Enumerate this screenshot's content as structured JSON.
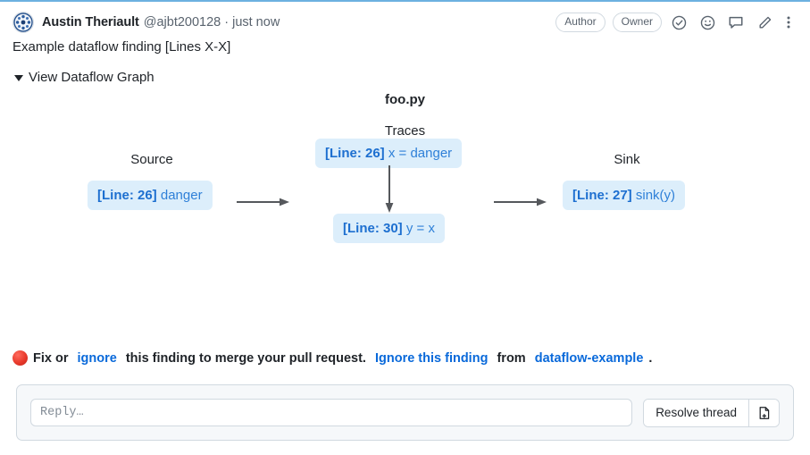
{
  "header": {
    "avatar_name": "user-avatar",
    "author": "Austin Theriault",
    "handle": "@ajbt200128",
    "separator": "·",
    "timestamp": "just now",
    "badges": [
      {
        "name": "author-badge",
        "label": "Author"
      },
      {
        "name": "owner-badge",
        "label": "Owner"
      }
    ],
    "actions": [
      {
        "name": "resolve-check-icon",
        "label": "check-circle-icon"
      },
      {
        "name": "add-reaction-icon",
        "label": "smiley-icon"
      },
      {
        "name": "quote-reply-icon",
        "label": "comment-icon"
      },
      {
        "name": "edit-comment-icon",
        "label": "pencil-icon"
      },
      {
        "name": "more-options-icon",
        "label": "kebab-menu-icon"
      }
    ]
  },
  "comment": {
    "text": "Example dataflow finding [Lines X-X]"
  },
  "disclosure": {
    "label": "View Dataflow Graph",
    "marker": "triangle-down-icon",
    "expanded": true
  },
  "graph": {
    "file_title": "foo.py",
    "traces_label": "Traces",
    "source_label": "Source",
    "sink_label": "Sink",
    "nodes": {
      "source": {
        "line": "[Line: 26]",
        "code": "danger"
      },
      "trace_1": {
        "line": "[Line: 26]",
        "code": "x = danger"
      },
      "trace_2": {
        "line": "[Line: 30]",
        "code": "y = x"
      },
      "sink": {
        "line": "[Line: 27]",
        "code": "sink(y)"
      }
    },
    "arrows": [
      {
        "name": "arrow-source-to-trace",
        "direction": "right"
      },
      {
        "name": "arrow-trace1-to-trace2",
        "direction": "down"
      },
      {
        "name": "arrow-trace-to-sink",
        "direction": "right"
      }
    ],
    "colors": {
      "node_bg": "#dceefb",
      "node_line_text": "#1d6fd0",
      "node_code_text": "#2f80d8",
      "arrow": "#55585c"
    }
  },
  "status": {
    "icon": "red-circle-icon",
    "part_1": "Fix or ",
    "link_ignore": "ignore",
    "part_2": " this finding to merge your pull request. ",
    "link_ignore_finding": "Ignore this finding",
    "part_3": " from ",
    "link_rule": "dataflow-example",
    "part_4": ".",
    "link_color": "#0969da"
  },
  "footer": {
    "reply_placeholder": "Reply…",
    "reply_value": "",
    "resolve_label": "Resolve thread",
    "new_issue_icon": "file-plus-icon"
  }
}
